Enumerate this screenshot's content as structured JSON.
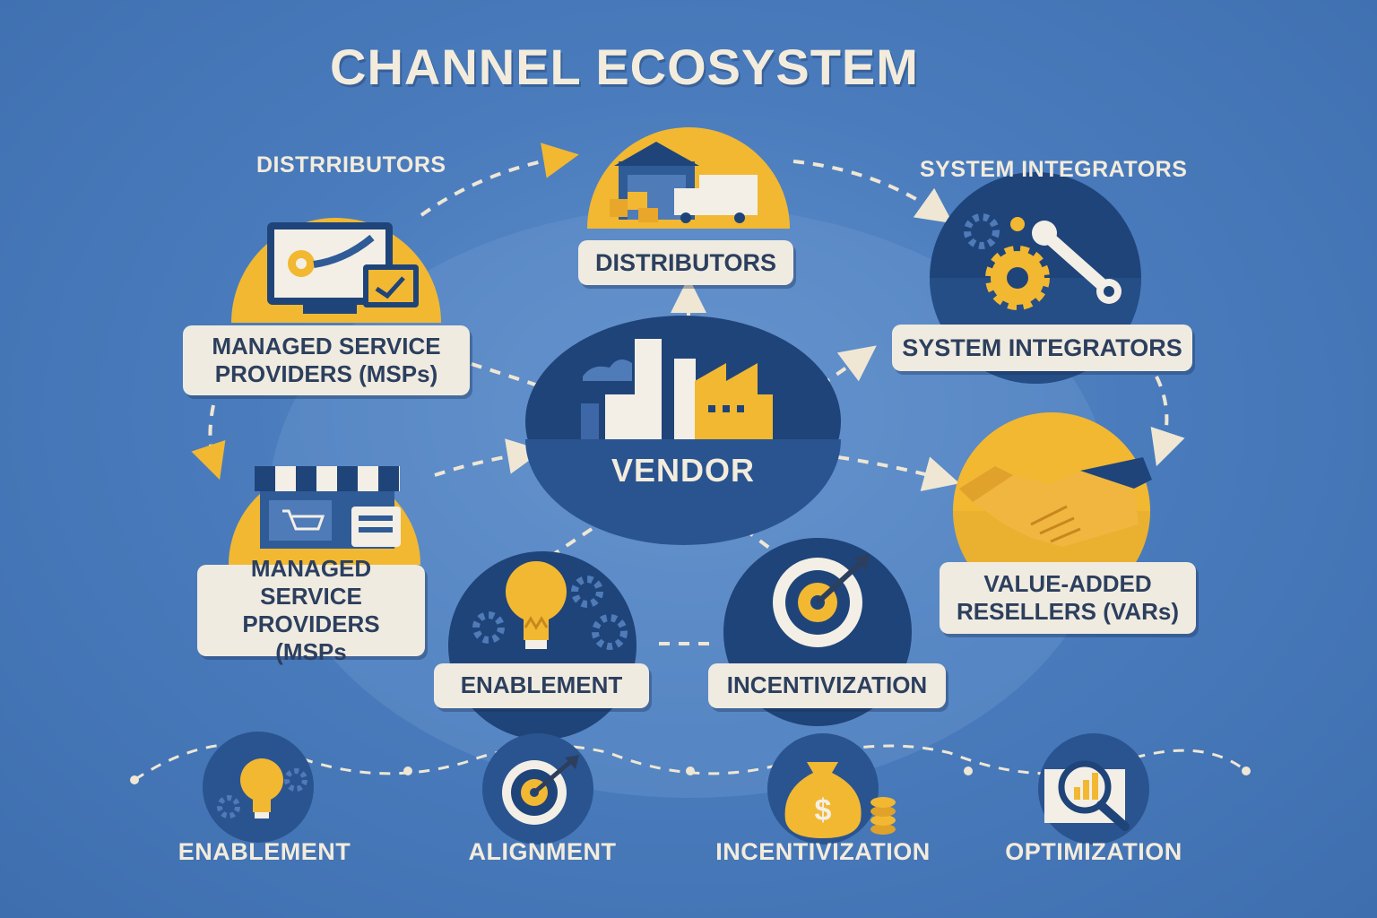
{
  "title": "CHANNEL ECOSYSTEM",
  "top_labels": {
    "left": "DISTRRIBUTORS",
    "right": "SYSTEM INTEGRATORS"
  },
  "nodes": {
    "distributors": "DISTRIBUTORS",
    "msp_top": "MANAGED SERVICE PROVIDERS (MSPs)",
    "msp_bottom": "MANAGED SERVICE PROVIDERS (MSPs",
    "system_integrators": "SYSTEM INTEGRATORS",
    "vars": "VALUE-ADDED RESELLERS (VARs)",
    "vendor": "VENDOR",
    "enablement": "ENABLEMENT",
    "incentivization": "INCENTIVIZATION"
  },
  "bottom_steps": [
    "ENABLEMENT",
    "ALIGNMENT",
    "INCENTIVIZATION",
    "OPTIMIZATION"
  ],
  "icons": {
    "distributors": "warehouse-truck-icon",
    "msp_top": "monitor-gear-icon",
    "msp_bottom": "storefront-icon",
    "system_integrators": "gear-wrench-icon",
    "vars": "handshake-icon",
    "vendor": "factory-icon",
    "enablement": "lightbulb-icon",
    "incentivization": "target-icon",
    "alignment": "target-icon",
    "incentivization_bottom": "money-bag-icon",
    "optimization": "magnifier-chart-icon"
  },
  "colors": {
    "background": "#4a7cbd",
    "accent": "#f2b832",
    "navy": "#1f4479",
    "card": "#f0ebe0",
    "text_dark": "#2c3f5e"
  }
}
